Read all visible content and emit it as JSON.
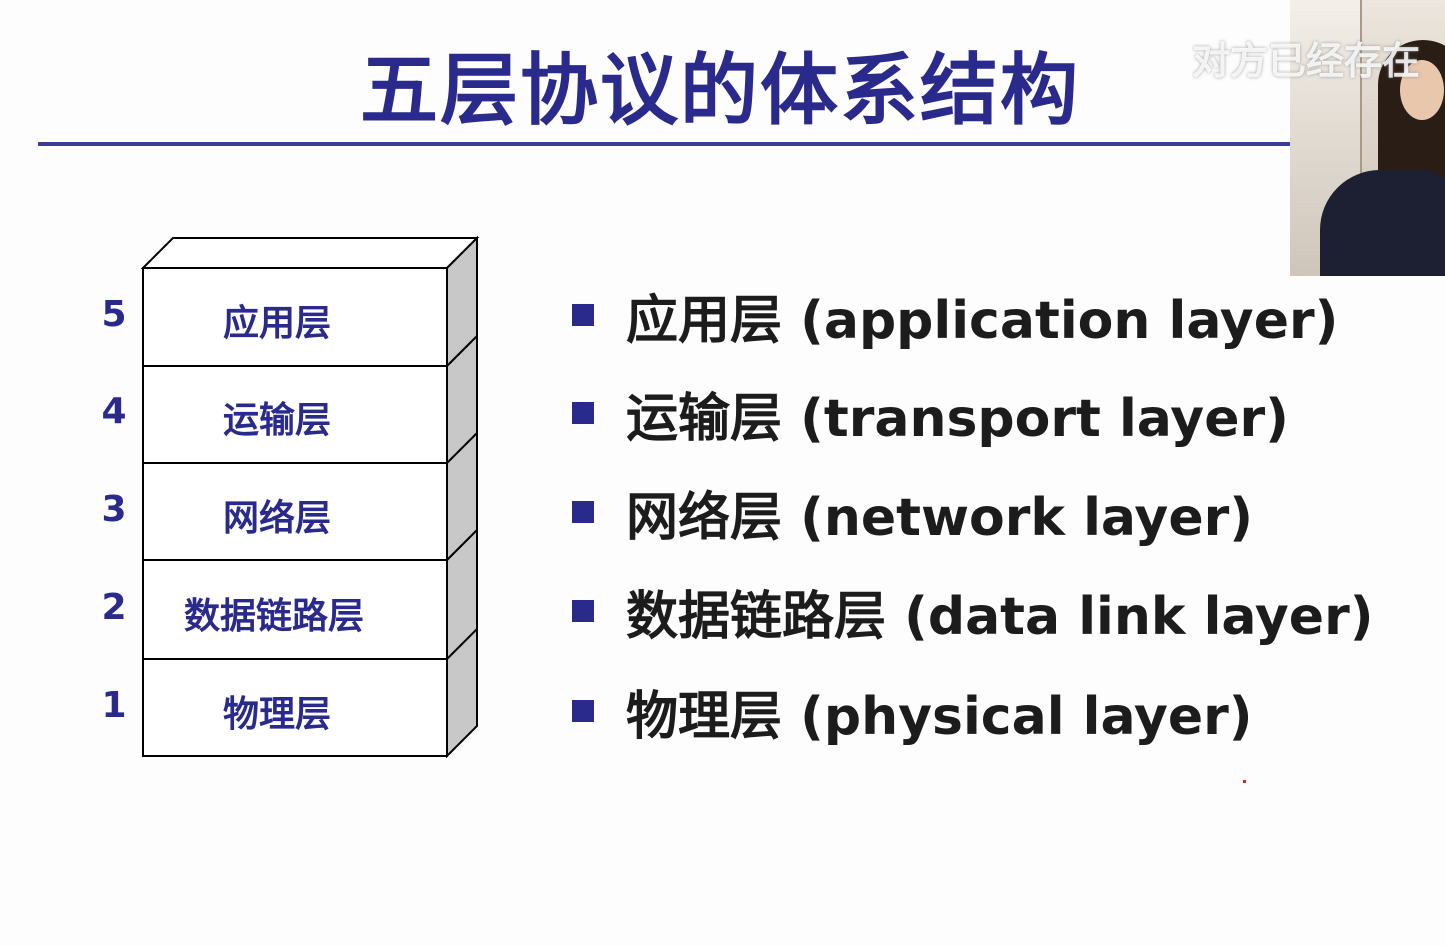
{
  "slide": {
    "title": "五层协议的体系结构",
    "overlay_text": "对方已经存在"
  },
  "stack": {
    "layers": [
      {
        "number": "5",
        "label": "应用层"
      },
      {
        "number": "4",
        "label": "运输层"
      },
      {
        "number": "3",
        "label": "网络层"
      },
      {
        "number": "2",
        "label": "数据链路层"
      },
      {
        "number": "1",
        "label": "物理层"
      }
    ]
  },
  "bullets": [
    "应用层 (application layer)",
    "运输层 (transport layer)",
    "网络层 (network layer)",
    "数据链路层 (data link layer)",
    "物理层 (physical layer)"
  ],
  "colors": {
    "accent": "#2a2a8c",
    "box_side": "#c8c8c8",
    "background": "#fdfdfd"
  }
}
